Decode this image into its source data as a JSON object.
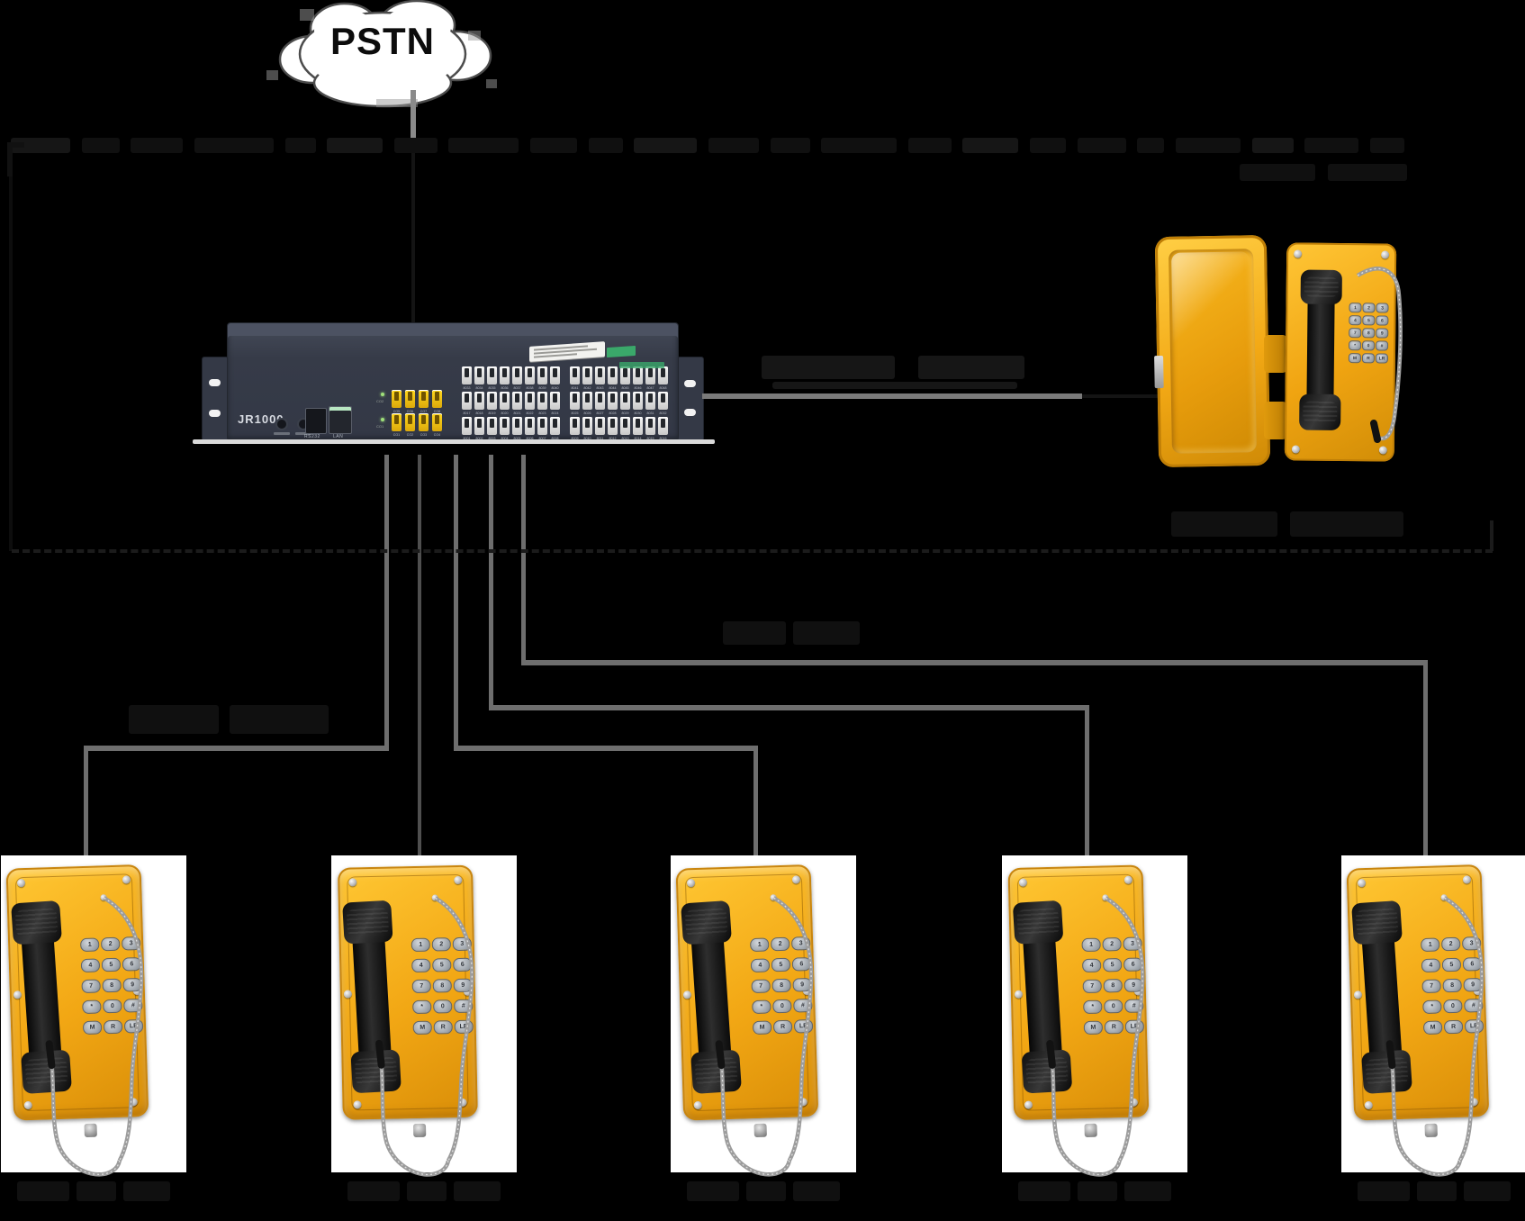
{
  "cloud": {
    "label": "PSTN"
  },
  "rack": {
    "model": "JR1000",
    "front_labels": {
      "rs232": "RS232",
      "lan": "LAN"
    },
    "co_led_labels": [
      "CO2",
      "CO1"
    ],
    "co_ports_row1": [
      "CO5",
      "CO6",
      "CO7",
      "CO8"
    ],
    "co_ports_row2": [
      "CO1",
      "CO2",
      "CO3",
      "CO4"
    ],
    "station_rows": [
      [
        "8033",
        "8034",
        "8035",
        "8036",
        "8037",
        "8038",
        "8039",
        "8040",
        "8041",
        "8042",
        "8043",
        "8044",
        "8045",
        "8046",
        "8047",
        "8048"
      ],
      [
        "8017",
        "8018",
        "8019",
        "8020",
        "8021",
        "8022",
        "8023",
        "8024",
        "8025",
        "8026",
        "8027",
        "8028",
        "8029",
        "8030",
        "8031",
        "8032"
      ],
      [
        "8001",
        "8002",
        "8003",
        "8004",
        "8005",
        "8006",
        "8007",
        "8008",
        "8009",
        "8010",
        "8011",
        "8012",
        "8013",
        "8014",
        "8015",
        "8016"
      ]
    ]
  },
  "keypad": {
    "keys": [
      "1",
      "2",
      "3",
      "4",
      "5",
      "6",
      "7",
      "8",
      "9",
      "*",
      "0",
      "#",
      "M",
      "R",
      "LR"
    ]
  },
  "phones": {
    "count_bottom": 5,
    "count_wall": 1
  },
  "colors": {
    "background": "#000000",
    "wire_gray": "#6e6e6e",
    "wire_dark": "#4f4f4f",
    "hidden_ink": "#101010",
    "phone_yellow": "#f2a714",
    "rack_body": "#3c4250",
    "card_white": "#ffffff",
    "yellow_jack": "#f0c419",
    "sticker_green": "#3aa86a",
    "cloud_fill": "#ffffff",
    "cloud_stroke": "#4c4c4c"
  }
}
